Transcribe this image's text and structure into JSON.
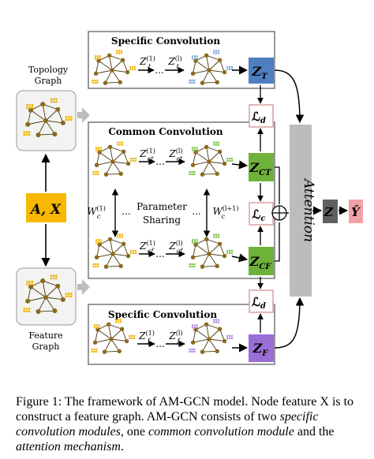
{
  "diagram": {
    "inputs": {
      "topology_label": [
        "Topology",
        "Graph"
      ],
      "input": "A, X",
      "feature_label": [
        "Feature",
        "Graph"
      ]
    },
    "specific_top": {
      "title": "Specific Convolution",
      "z1": "Z",
      "z1_sup": "(1)",
      "z1_sub": "t",
      "zl": "Z",
      "zl_sup": "(l)",
      "zl_sub": "t",
      "out": "Z",
      "out_sub": "T"
    },
    "common": {
      "title": "Common Convolution",
      "upper": {
        "z1": "Z",
        "z1_sup": "(1)",
        "z1_sub": "ct",
        "zl": "Z",
        "zl_sup": "(l)",
        "zl_sub": "ct",
        "out": "Z",
        "out_sub": "CT"
      },
      "lower": {
        "z1": "Z",
        "z1_sup": "(1)",
        "z1_sub": "cf",
        "zl": "Z",
        "zl_sup": "(l)",
        "zl_sub": "cf",
        "out": "Z",
        "out_sub": "CF"
      },
      "w_left": "W",
      "w_left_sup": "(1)",
      "w_left_sub": "c",
      "w_right": "W",
      "w_right_sup": "(l+1)",
      "w_right_sub": "c",
      "param_sharing": [
        "Parameter",
        "Sharing"
      ],
      "ellipsis": "..."
    },
    "specific_bottom": {
      "title": "Specific Convolution",
      "z1": "Z",
      "z1_sup": "(1)",
      "z1_sub": "f",
      "zl": "Z",
      "zl_sup": "(l)",
      "zl_sub": "f",
      "out": "Z",
      "out_sub": "F"
    },
    "losses": {
      "symbol": "ℒ",
      "top_sub": "d",
      "mid_sub": "c",
      "bottom_sub": "d"
    },
    "attention": "Attention",
    "final": {
      "z": "Z",
      "y": "Ŷ"
    },
    "colors": {
      "zt": "#4f7fc0",
      "zct": "#6fb23a",
      "zcf": "#6fb23a",
      "zf": "#9b6dd6",
      "zfinal": "#5f5f5f",
      "y": "#f2a0a8",
      "input": "#f7b800",
      "attention": "#bcbcbc",
      "node": "#8b6a1e"
    }
  },
  "caption": {
    "prefix": "Figure 1: The framework of AM-GCN model. Node feature X is to construct a feature graph. AM-GCN consists of two ",
    "em1": "specific convolution modules",
    "mid1": ", one ",
    "em2": "common convolution module",
    "mid2": " and the ",
    "em3": "attention mechanism",
    "suffix": "."
  }
}
